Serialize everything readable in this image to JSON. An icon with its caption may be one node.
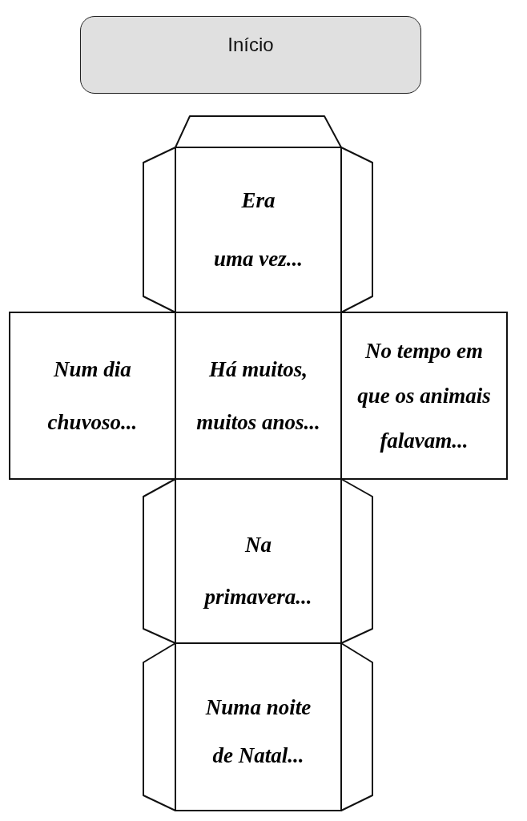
{
  "diagram": {
    "nodes": [
      {
        "text": [
          "Início"
        ]
      },
      {
        "text": [],
        "shape": "trapezoid"
      },
      {
        "text": [],
        "shape": "trapezoid"
      },
      {
        "text": [
          "Era uma vez..."
        ]
      },
      {
        "text": [],
        "shape": "trapezoid"
      },
      {
        "text": [
          "Num dia chuvoso..."
        ]
      },
      {
        "text": [
          "Há muitos, muitos anos..."
        ]
      },
      {
        "text": [
          "No tempo em que os animais falavam..."
        ]
      },
      {
        "text": [],
        "shape": "trapezoid"
      },
      {
        "text": [
          "Na primavera..."
        ]
      },
      {
        "text": [],
        "shape": "trapezoid"
      },
      {
        "text": [],
        "shape": "trapezoid"
      },
      {
        "text": [
          "Numa noite de Natal..."
        ]
      },
      {
        "text": [],
        "shape": "trapezoid"
      }
    ]
  }
}
